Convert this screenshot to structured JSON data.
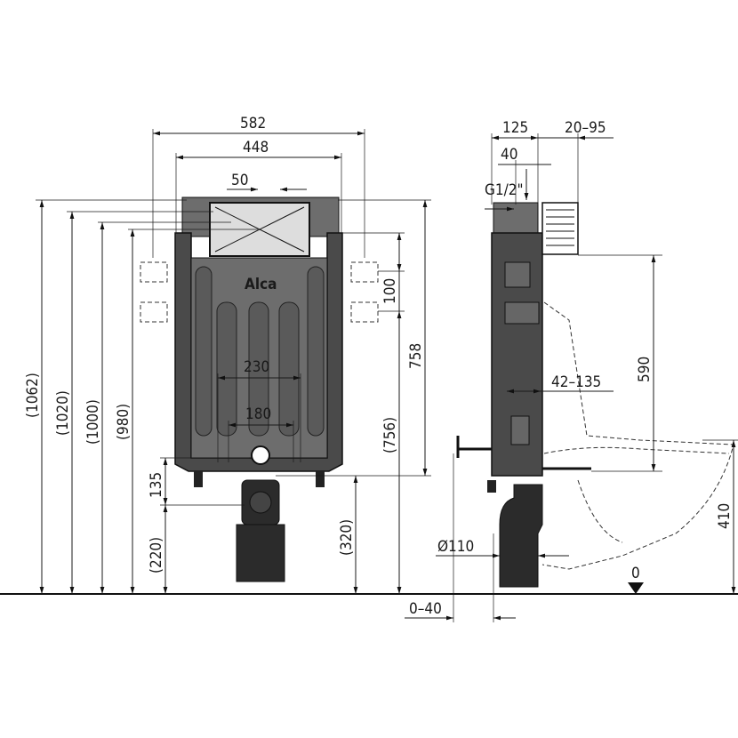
{
  "brand": "Alca",
  "front_view": {
    "width_total": "582",
    "width_frame": "448",
    "offset_flush": "50",
    "height_1062": "(1062)",
    "height_1020": "(1020)",
    "height_1000": "(1000)",
    "height_980": "(980)",
    "bolt_spacing_230": "230",
    "bolt_spacing_180": "180",
    "drain_135": "135",
    "drain_220": "(220)",
    "drain_320": "(320)",
    "height_756": "(756)",
    "height_758": "758",
    "bracket_100": "100"
  },
  "side_view": {
    "depth_125": "125",
    "depth_20_95": "20–95",
    "inlet_40": "40",
    "inlet_thread": "G1/2\"",
    "wall_42_135": "42–135",
    "bolt_height_590": "590",
    "pipe_diameter": "Ø110",
    "offset_0_40": "0–40",
    "floor_zero": "0",
    "seat_height_410": "410"
  }
}
